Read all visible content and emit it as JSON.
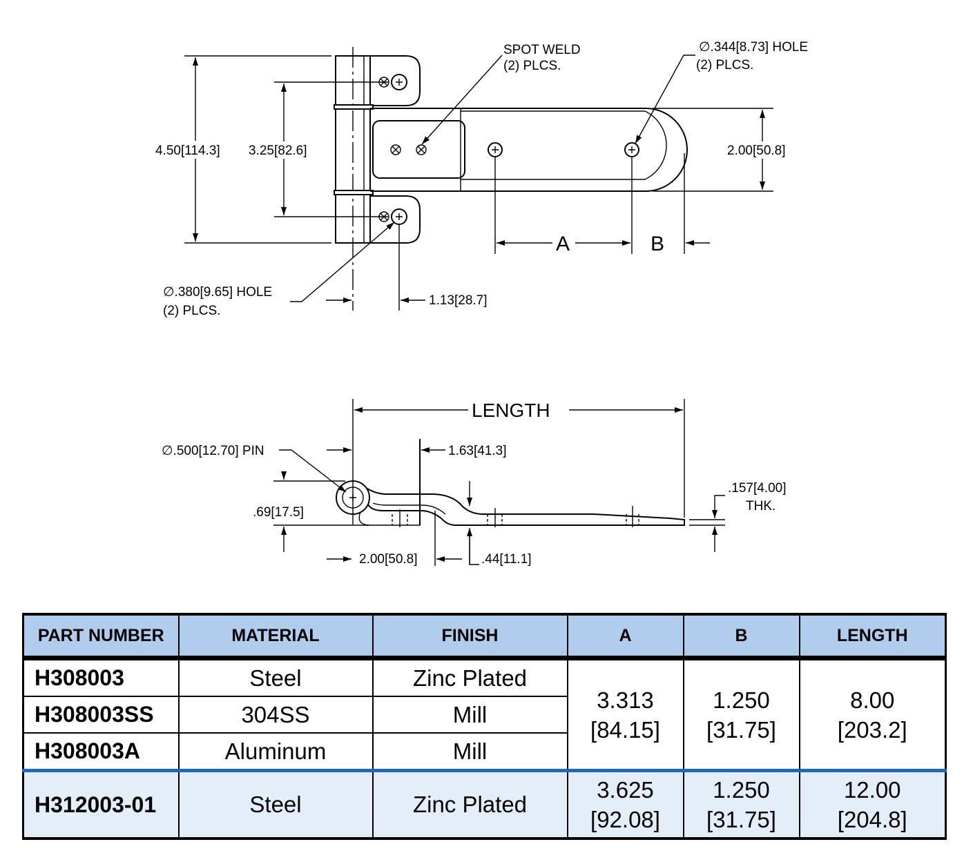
{
  "top_view": {
    "spot_weld": {
      "line1": "SPOT WELD",
      "line2": "(2) PLCS."
    },
    "hole_344": {
      "line1": "∅.344[8.73] HOLE",
      "line2": "(2) PLCS."
    },
    "hole_380": {
      "line1": "∅.380[9.65] HOLE",
      "line2": "(2) PLCS."
    },
    "dim_overall_height": "4.50[114.3]",
    "dim_hole_spacing": "3.25[82.6]",
    "dim_width": "2.00[50.8]",
    "dim_hole_offset": "1.13[28.7]",
    "label_a": "A",
    "label_b": "B"
  },
  "side_view": {
    "label_length": "LENGTH",
    "pin": "∅.500[12.70] PIN",
    "dim_163": "1.63[41.3]",
    "dim_069": ".69[17.5]",
    "dim_200": "2.00[50.8]",
    "dim_044": ".44[11.1]",
    "thickness": {
      "line1": ".157[4.00]",
      "line2": "THK."
    }
  },
  "table": {
    "headers": [
      "PART NUMBER",
      "MATERIAL",
      "FINISH",
      "A",
      "B",
      "LENGTH"
    ],
    "rows": [
      {
        "part": "H308003",
        "material": "Steel",
        "finish": "Zinc Plated"
      },
      {
        "part": "H308003SS",
        "material": "304SS",
        "finish": "Mill"
      },
      {
        "part": "H308003A",
        "material": "Aluminum",
        "finish": "Mill"
      }
    ],
    "group_dims": {
      "a": "3.313",
      "a_mm": "[84.15]",
      "b": "1.250",
      "b_mm": "[31.75]",
      "length": "8.00",
      "length_mm": "[203.2]"
    },
    "last_row": {
      "part": "H312003-01",
      "material": "Steel",
      "finish": "Zinc Plated",
      "a": "3.625",
      "a_mm": "[92.08]",
      "b": "1.250",
      "b_mm": "[31.75]",
      "length": "12.00",
      "length_mm": "[204.8]"
    }
  },
  "colors": {
    "header_bg": "#b0cdee",
    "accent_row_bg": "#e3eef9",
    "accent_line": "#1f66c0"
  }
}
